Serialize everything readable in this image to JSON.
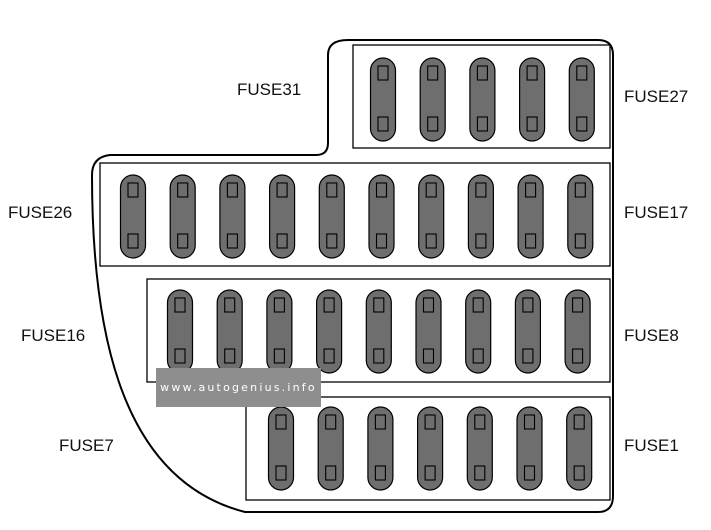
{
  "labels": {
    "fuse31": "FUSE31",
    "fuse27": "FUSE27",
    "fuse26": "FUSE26",
    "fuse17": "FUSE17",
    "fuse16": "FUSE16",
    "fuse8": "FUSE8",
    "fuse7": "FUSE7",
    "fuse1": "FUSE1"
  },
  "watermark": "www.autogenius.info",
  "rows": [
    {
      "label_left": "FUSE31",
      "label_right": "FUSE27",
      "fuse_count": 5
    },
    {
      "label_left": "FUSE26",
      "label_right": "FUSE17",
      "fuse_count": 10
    },
    {
      "label_left": "FUSE16",
      "label_right": "FUSE8",
      "fuse_count": 9
    },
    {
      "label_left": "FUSE7",
      "label_right": "FUSE1",
      "fuse_count": 7
    }
  ],
  "colors": {
    "fuse_fill": "#6e6e6e",
    "outline": "#000000",
    "background": "#ffffff",
    "watermark_bg": "#8e8e8e"
  }
}
